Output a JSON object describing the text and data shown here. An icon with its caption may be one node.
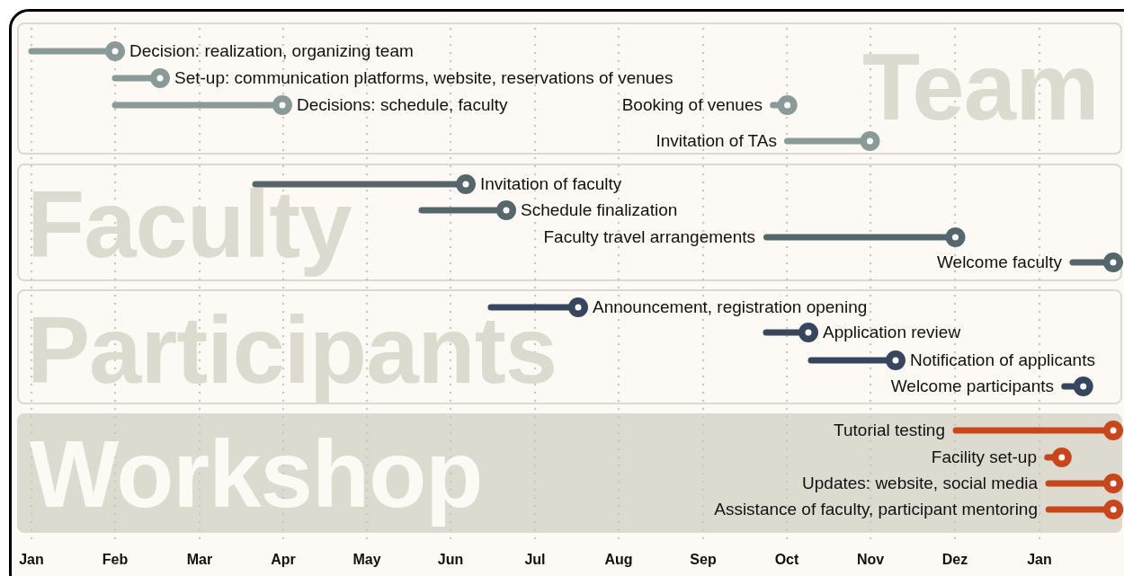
{
  "diagram": {
    "nodes": [
      {
        "text": [
          "Team"
        ]
      },
      {
        "text": [
          "Decision: realization, organizing team"
        ],
        "in": 0
      },
      {
        "text": [
          "Set-up: communication platforms, website, reservations of venues"
        ],
        "in": 0
      },
      {
        "text": [
          "Decisions: schedule, faculty"
        ],
        "in": 0
      },
      {
        "text": [
          "Booking of venues"
        ],
        "in": 0
      },
      {
        "text": [
          "Invitation of TAs"
        ],
        "in": 0
      },
      {
        "text": [
          "Faculty"
        ]
      },
      {
        "text": [
          "Invitation of faculty"
        ],
        "in": 6
      },
      {
        "text": [
          "Schedule finalization"
        ],
        "in": 6
      },
      {
        "text": [
          "Faculty travel arrangements"
        ],
        "in": 6
      },
      {
        "text": [
          "Welcome faculty"
        ],
        "in": 6
      },
      {
        "text": [
          "Participants"
        ]
      },
      {
        "text": [
          "Announcement, registration opening"
        ],
        "in": 11
      },
      {
        "text": [
          "Application review"
        ],
        "in": 11
      },
      {
        "text": [
          "Notification of applicants"
        ],
        "in": 11
      },
      {
        "text": [
          "Welcome participants"
        ],
        "in": 11
      },
      {
        "text": [
          "Workshop"
        ]
      },
      {
        "text": [
          "Tutorial testing"
        ],
        "in": 16
      },
      {
        "text": [
          "Facility set-up"
        ],
        "in": 16
      },
      {
        "text": [
          "Updates: website, social media"
        ],
        "in": 16
      },
      {
        "text": [
          "Assistance of faculty, participant mentoring"
        ],
        "in": 16
      }
    ],
    "labels": [
      "Jan",
      "Feb",
      "Mar",
      "Apr",
      "May",
      "Jun",
      "Jul",
      "Aug",
      "Sep",
      "Oct",
      "Nov",
      "Dez",
      "Jan"
    ]
  }
}
